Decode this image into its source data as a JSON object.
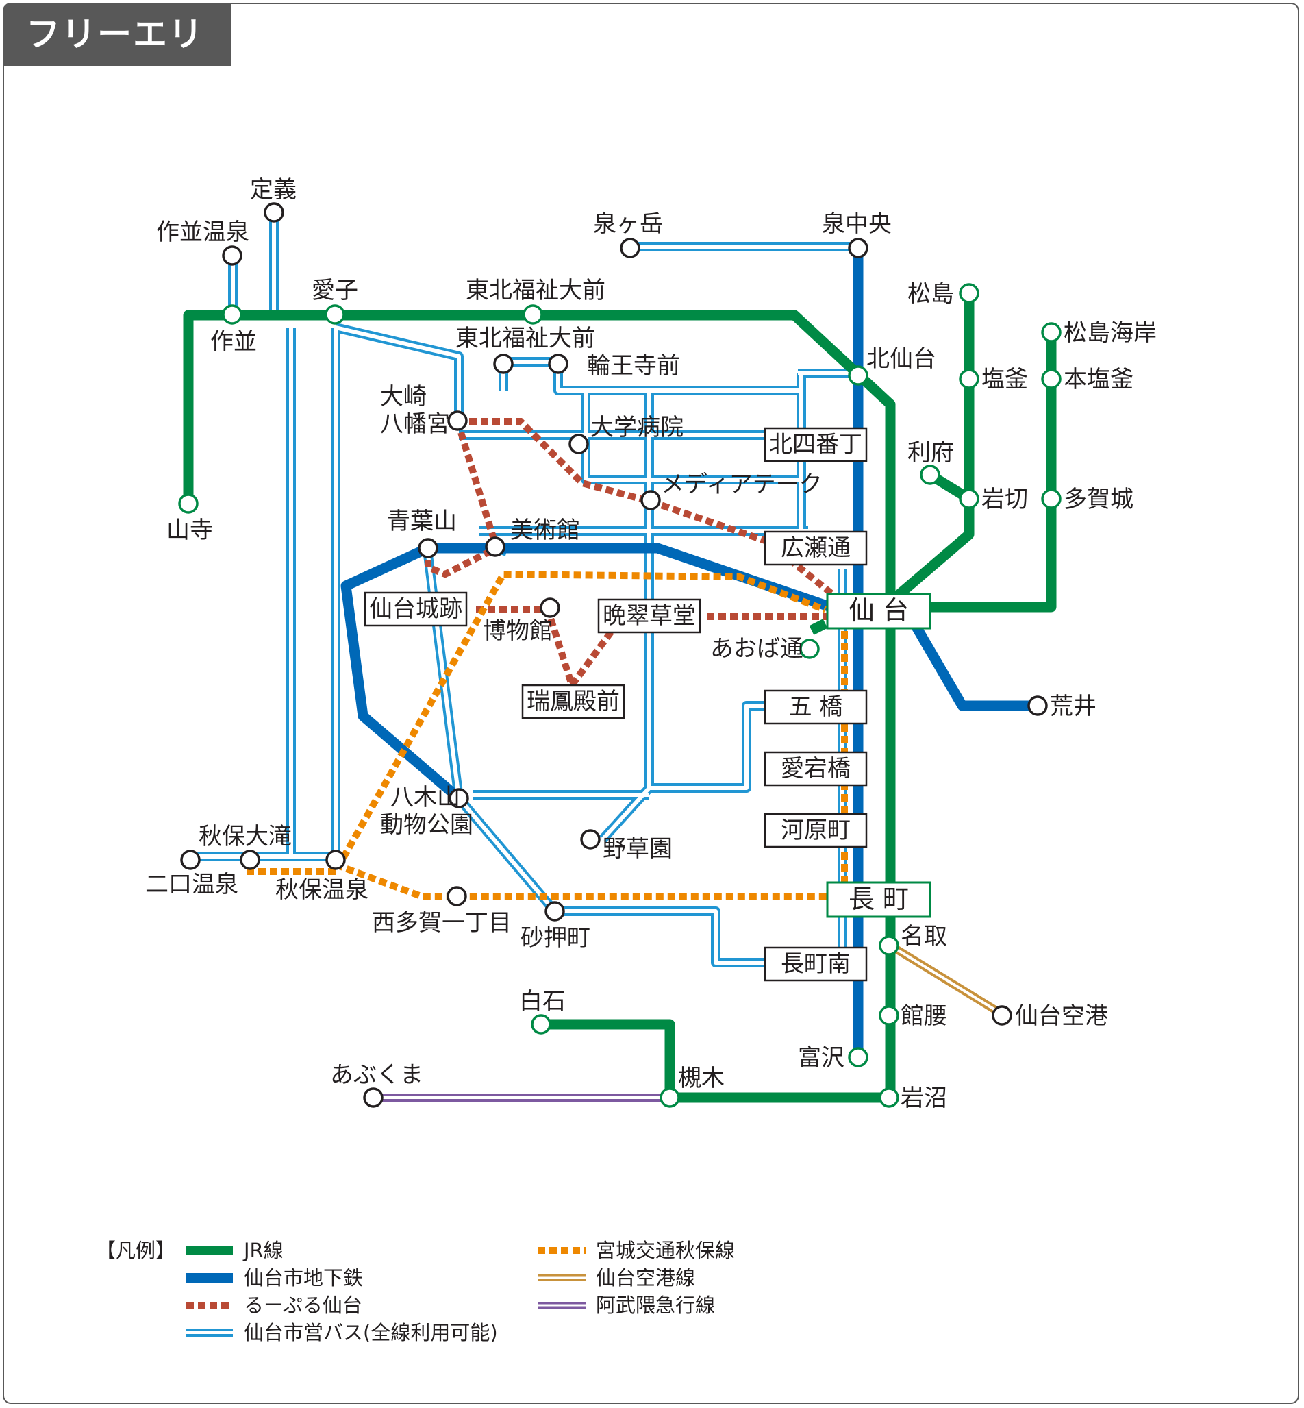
{
  "title": "フリーエリア",
  "colors": {
    "jr": "#008a45",
    "subway": "#0068b7",
    "loople": "#b94a35",
    "citybus": "#2196d3",
    "akiu": "#ee8800",
    "airport": "#c8923c",
    "abukuma": "#7d59a0"
  },
  "stations": {
    "sakunami_onsen": "作並温泉",
    "jogi": "定義",
    "sakunami": "作並",
    "ayashi": "愛子",
    "tohoku_fukushi_jr": "東北福祉大前",
    "yamadera": "山寺",
    "izumigatake": "泉ヶ岳",
    "izumi_chuo": "泉中央",
    "kita_sendai": "北仙台",
    "matsushima": "松島",
    "shiogama": "塩釜",
    "matsushima_kaigan": "松島海岸",
    "hon_shiogama": "本塩釜",
    "rifu": "利府",
    "iwakiri": "岩切",
    "tagajo": "多賀城",
    "tohoku_fukushi_bus": "東北福祉大前",
    "rinnoji": "輪王寺前",
    "osaki": "大崎",
    "hachimangu": "八幡宮",
    "daigaku_byoin": "大学病院",
    "kita_yonbancho": "北四番丁",
    "mediatheque": "メディアテーク",
    "aobayama": "青葉山",
    "bijutsukan": "美術館",
    "hirosedori": "広瀬通",
    "sendai": "仙 台",
    "sendaijo": "仙台城跡",
    "hakubutsukan": "博物館",
    "bansui": "晩翠草堂",
    "aobadori": "あおば通",
    "zuihoden": "瑞鳳殿前",
    "arai": "荒井",
    "itsutsubashi": "五 橋",
    "atagobashi": "愛宕橋",
    "kawaramachi": "河原町",
    "yagiyama": "八木山",
    "dobutsu": "動物公園",
    "yasoen": "野草園",
    "akiu_otaki": "秋保大滝",
    "futakuchi": "二口温泉",
    "akiu_onsen": "秋保温泉",
    "nishitaga": "西多賀一丁目",
    "sunaoshi": "砂押町",
    "nagamachi": "長 町",
    "natori": "名取",
    "nagamachi_minami": "長町南",
    "sendai_airport": "仙台空港",
    "shiroishi": "白石",
    "tachikoshi": "館腰",
    "tomizawa": "富沢",
    "abukuma": "あぶくま",
    "tsukinoki": "槻木",
    "iwanuma": "岩沼"
  },
  "legend": {
    "heading": "【凡例】",
    "items": [
      {
        "label": "JR線"
      },
      {
        "label": "仙台市地下鉄"
      },
      {
        "label": "るーぷる仙台"
      },
      {
        "label": "仙台市営バス(全線利用可能)"
      },
      {
        "label": "宮城交通秋保線"
      },
      {
        "label": "仙台空港線"
      },
      {
        "label": "阿武隈急行線"
      }
    ]
  }
}
